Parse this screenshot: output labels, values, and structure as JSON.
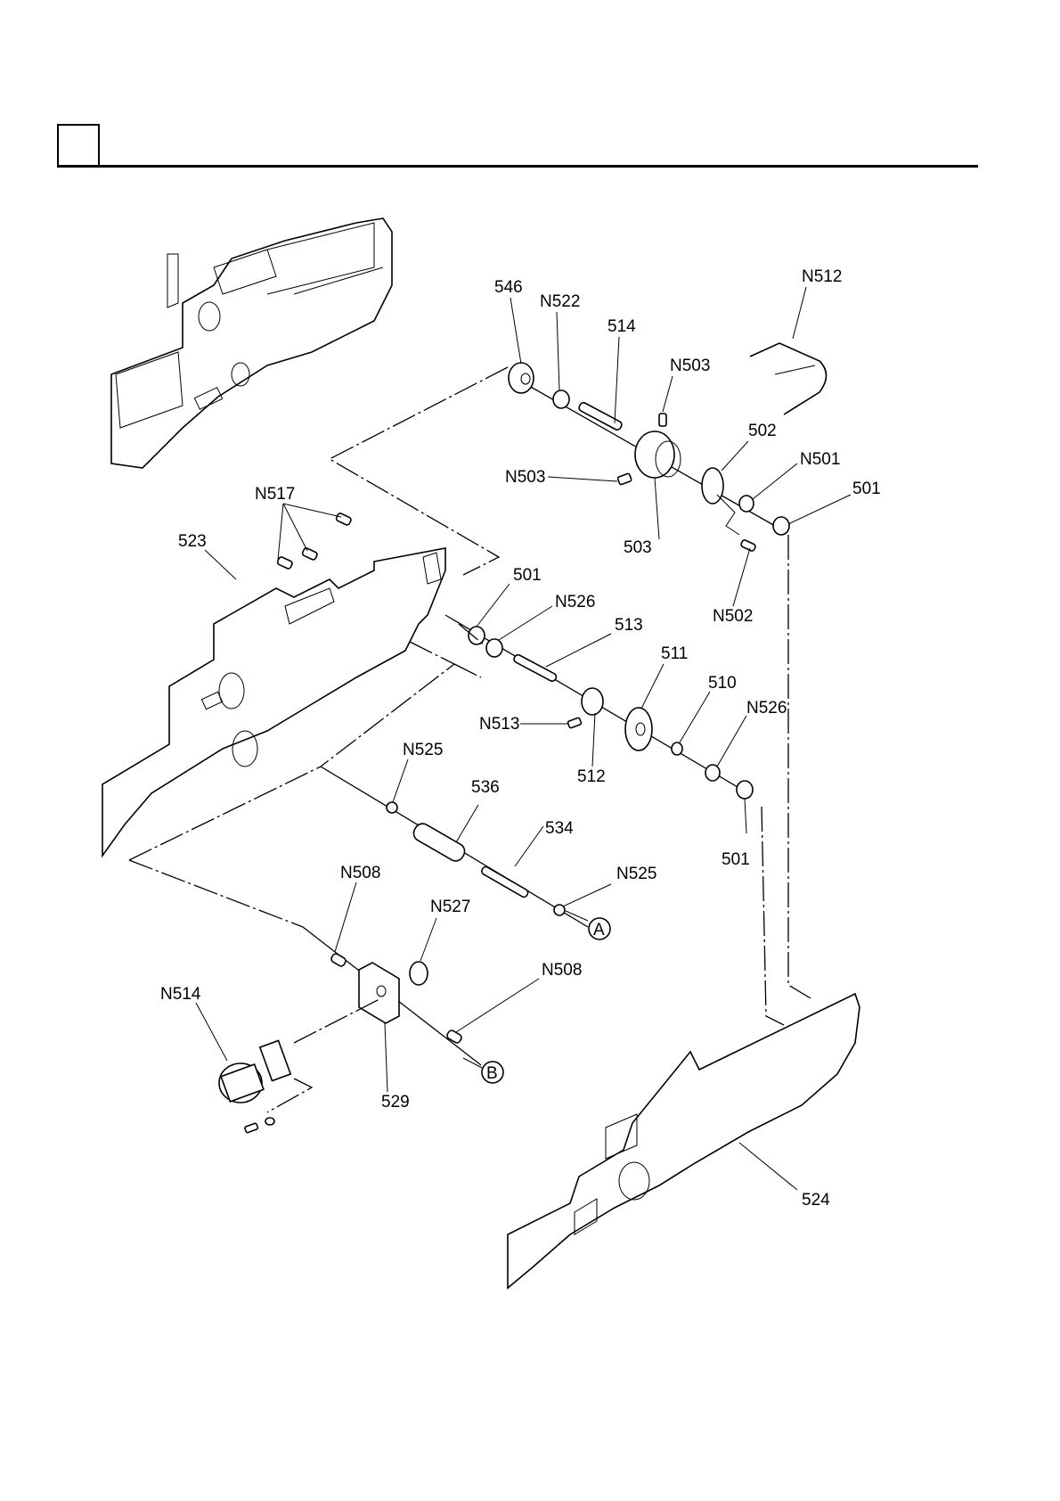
{
  "header": {
    "section_box_text": ""
  },
  "diagram": {
    "title": "",
    "assemblies": [
      "main-frame-assembly-overview",
      "side-plate-523",
      "side-plate-524",
      "motor-bracket-529",
      "motor-N514"
    ],
    "labels": {
      "p546": "546",
      "pN522": "N522",
      "p514": "514",
      "pN503a": "N503",
      "pN512": "N512",
      "pN503b": "N503",
      "p502": "502",
      "pN501": "N501",
      "p501a": "501",
      "p503": "503",
      "pN502": "N502",
      "pN517": "N517",
      "p523": "523",
      "p501b": "501",
      "pN526a": "N526",
      "p513": "513",
      "p511": "511",
      "p510": "510",
      "pN526b": "N526",
      "pN513": "N513",
      "p512": "512",
      "pN525a": "N525",
      "p536": "536",
      "p534": "534",
      "p501c": "501",
      "pN525b": "N525",
      "pN508a": "N508",
      "pN527": "N527",
      "pN508b": "N508",
      "pN514": "N514",
      "p529": "529",
      "p524": "524"
    },
    "callouts": {
      "A": "A",
      "B": "B"
    }
  }
}
